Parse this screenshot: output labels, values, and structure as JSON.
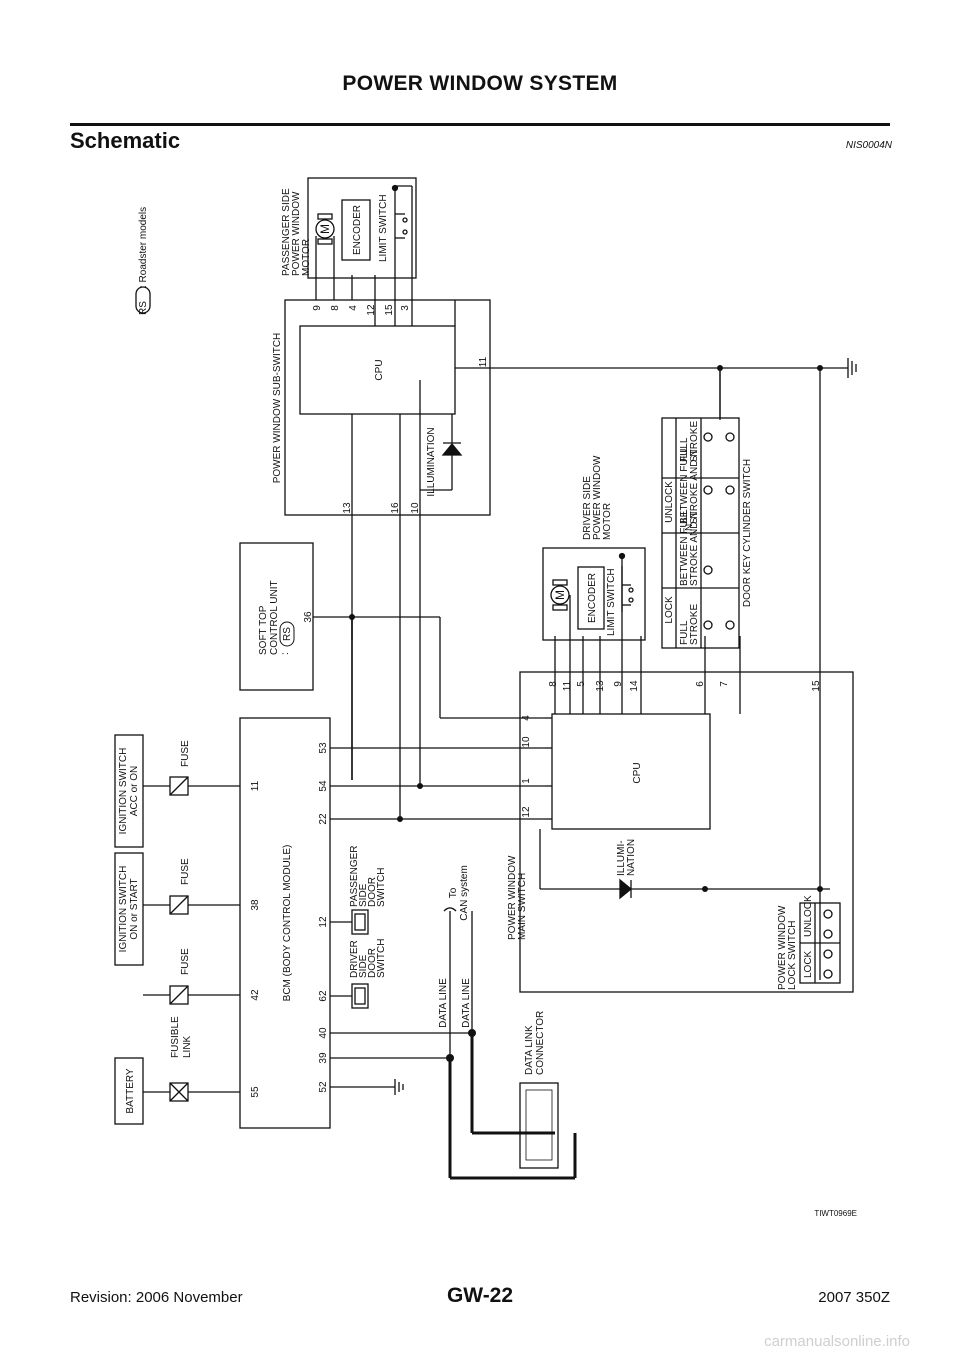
{
  "header": {
    "title": "POWER WINDOW SYSTEM"
  },
  "section": {
    "title": "Schematic",
    "ref": "NIS0004N"
  },
  "legend": {
    "badge": "RS",
    "text": ": Roadster models"
  },
  "diagram_id": "TIWT0969E",
  "labels": {
    "battery": "BATTERY",
    "fusible_link": [
      "FUSIBLE",
      "LINK"
    ],
    "fuse": "FUSE",
    "ign_start": [
      "IGNITION SWITCH",
      "ON or START"
    ],
    "ign_acc": [
      "IGNITION SWITCH",
      "ACC or ON"
    ],
    "bcm": "BCM (BODY CONTROL MODULE)",
    "driver_door": [
      "DRIVER",
      "SIDE",
      "DOOR",
      "SWITCH"
    ],
    "passenger_door": [
      "PASSENGER",
      "SIDE",
      "DOOR",
      "SWITCH"
    ],
    "data_line": "DATA LINE",
    "can": [
      "To",
      "CAN system"
    ],
    "dlc": [
      "DATA LINK",
      "CONNECTOR"
    ],
    "soft_top": [
      "SOFT TOP",
      "CONTROL UNIT"
    ],
    "sub_switch": "POWER WINDOW SUB-SWITCH",
    "cpu": "CPU",
    "illumination": "ILLUMINATION",
    "illum_main": [
      "ILLUMI-",
      "NATION"
    ],
    "pass_motor": [
      "PASSENGER SIDE",
      "POWER WINDOW",
      "MOTOR"
    ],
    "driver_motor": [
      "DRIVER SIDE",
      "POWER WINDOW",
      "MOTOR"
    ],
    "motor": "M",
    "encoder": "ENCODER",
    "limit_switch": "LIMIT SWITCH",
    "main_switch": [
      "POWER WINDOW",
      "MAIN SWITCH"
    ],
    "lock_switch": [
      "POWER WINDOW",
      "LOCK SWITCH"
    ],
    "lock": "LOCK",
    "unlock": "UNLOCK",
    "full_stroke": [
      "FULL",
      "STROKE"
    ],
    "between": [
      "BETWEEN FULL",
      "STROKE AND N"
    ],
    "n": "N",
    "cylinder": "DOOR KEY CYLINDER SWITCH"
  },
  "pins": {
    "bcm_top": [
      "55",
      "42",
      "38",
      "11"
    ],
    "bcm_bottom": [
      "52",
      "39",
      "40",
      "62",
      "12",
      "22",
      "54",
      "53"
    ],
    "soft_top": "36",
    "sub_left": [
      "13",
      "16",
      "10"
    ],
    "sub_right": [
      "9",
      "8",
      "4",
      "12",
      "15",
      "3"
    ],
    "sub_gnd": "11",
    "main_left": [
      "12",
      "1",
      "10",
      "4"
    ],
    "main_right": [
      "8",
      "11",
      "5",
      "13",
      "9",
      "14",
      "6",
      "7",
      "15"
    ]
  },
  "footer": {
    "revision": "Revision: 2006 November",
    "page": "GW-22",
    "model": "2007 350Z",
    "watermark": "carmanualsonline.info"
  }
}
